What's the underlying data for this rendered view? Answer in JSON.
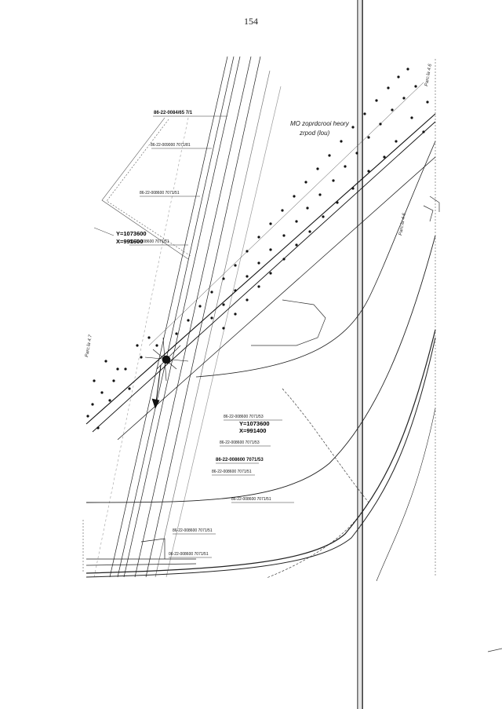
{
  "page_number": "154",
  "zone_label": {
    "line1": "MO zoprdcrooi heory",
    "line2": "zrpod (lou)"
  },
  "coordinate_label": {
    "y": "Y=1073600",
    "x": "X=991600"
  },
  "coordinate_label_2": {
    "y": "Y=1073600",
    "x": "X=991400"
  },
  "labels": [
    "86-22-0084/65 7/1",
    "86-22-009000 7071/81",
    "86-22-008600 7071/51",
    "86-22-008600 7071/51",
    "86-22-008600 7071/53",
    "86-22-008600 7071/53",
    "86-22-008600 7071/53",
    "86-22-008600 7071/51",
    "86-22-008600 7071/51",
    "86-22-008600 7071/51",
    "06-22-008600 7071/51"
  ],
  "parcel_labels": [
    "Parc.la 4.6",
    "Parc.la 4.7",
    "Parc.la 4.6"
  ]
}
